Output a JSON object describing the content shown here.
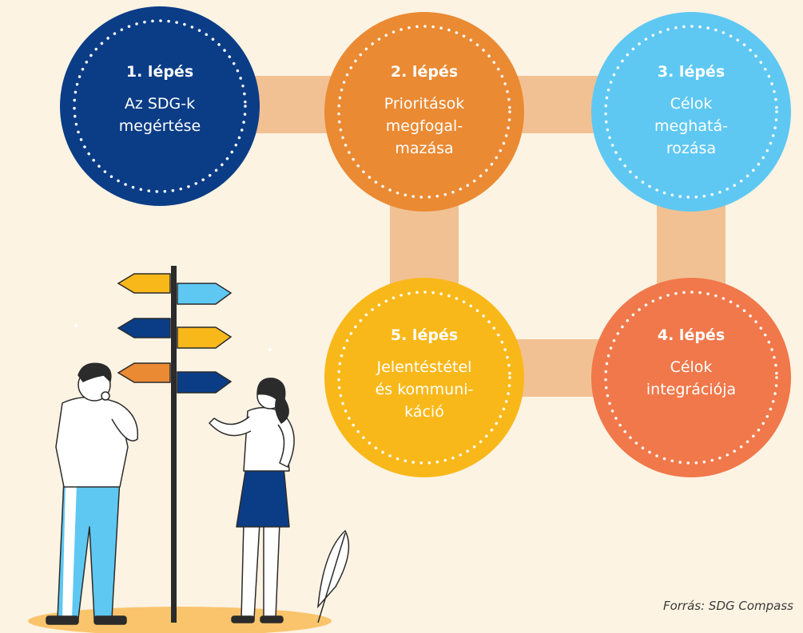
{
  "colors": {
    "background": "#fdf3e3",
    "connector": "#f2c193",
    "step1": "#0b3d87",
    "step2": "#ea8a33",
    "step3": "#5ec8f2",
    "step4": "#f0784a",
    "step5": "#f9b81a"
  },
  "steps": [
    {
      "title": "1. lépés",
      "desc": "Az SDG-k\nmegértése"
    },
    {
      "title": "2. lépés",
      "desc": "Prioritások\nmegfogal-\nmazása"
    },
    {
      "title": "3. lépés",
      "desc": "Célok\nmeghatá-\nrozása"
    },
    {
      "title": "4. lépés",
      "desc": "Célok\nintegrációja"
    },
    {
      "title": "5. lépés",
      "desc": "Jelentéstétel\nés kommuni-\nkáció"
    }
  ],
  "source": "Forrás: SDG Compass",
  "illustration": {
    "signpost": "signpost-icon",
    "man": "thinking-man-figure",
    "woman": "pointing-woman-figure",
    "plant": "leaf-icon"
  }
}
